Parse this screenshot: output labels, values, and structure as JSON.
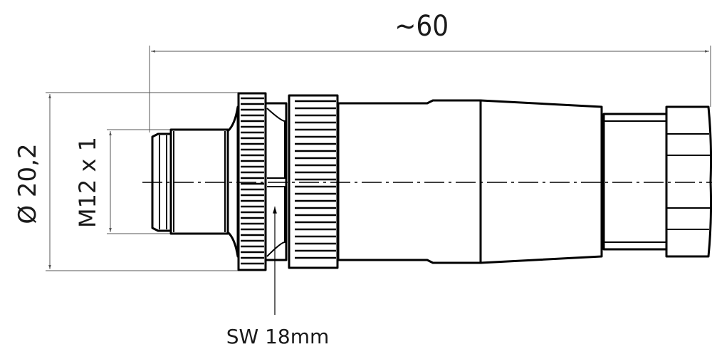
{
  "drawing": {
    "length_dimension": "~60",
    "diameter_dimension": "Ø 20,2",
    "thread_dimension": "M12 x 1",
    "wrench_size": "SW 18mm"
  },
  "colors": {
    "line": "#000000",
    "dimension_line": "#555555",
    "background": "#ffffff"
  }
}
